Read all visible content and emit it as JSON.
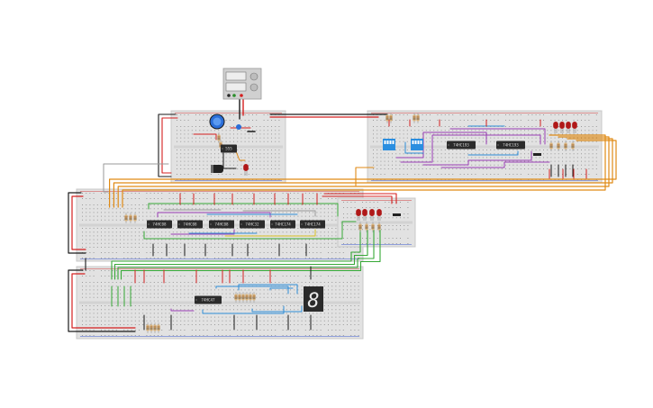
{
  "canvas": {
    "background": "#ffffff"
  },
  "colors": {
    "board": "#e2e2e2",
    "board_edge": "#c8c8c8",
    "hole": "#9a9a9a",
    "rail_red": "#d23c3c",
    "rail_blue": "#3c5ad2",
    "ic_body": "#2b2b2b",
    "ic_text": "#d8d8d8",
    "wire_black": "#1a1a1a",
    "wire_red": "#d42020",
    "wire_orange": "#e08a14",
    "wire_purple": "#9b3fb5",
    "wire_green": "#36a836",
    "wire_blue": "#2f8ed8",
    "wire_gray": "#9a9a9a",
    "wire_yellow": "#d8c020",
    "led_red": "#b01818",
    "switch_blue": "#2a8ee0",
    "resistor": "#d9b27a",
    "seg_body": "#2a2a2a",
    "seg_on": "#e8e8e8",
    "power_supply": "#d0d0d0"
  },
  "icons": {
    "power_supply": "power-supply-icon",
    "potentiometer": "potentiometer-icon",
    "led": "led-icon",
    "dip_switch": "dip-switch-icon",
    "resistor": "resistor-icon",
    "capacitor": "capacitor-icon",
    "seven_segment": "seven-segment-display-icon"
  },
  "ics": {
    "top_board": [
      "555"
    ],
    "right_board": [
      "74HC193",
      "74HC193"
    ],
    "middle_board": [
      "74HC08",
      "74HC08",
      "74HC08",
      "74HC32",
      "74HC174",
      "74HC174"
    ],
    "bottom_board": [
      "74HC47"
    ]
  },
  "seven_segment_digit": "8"
}
